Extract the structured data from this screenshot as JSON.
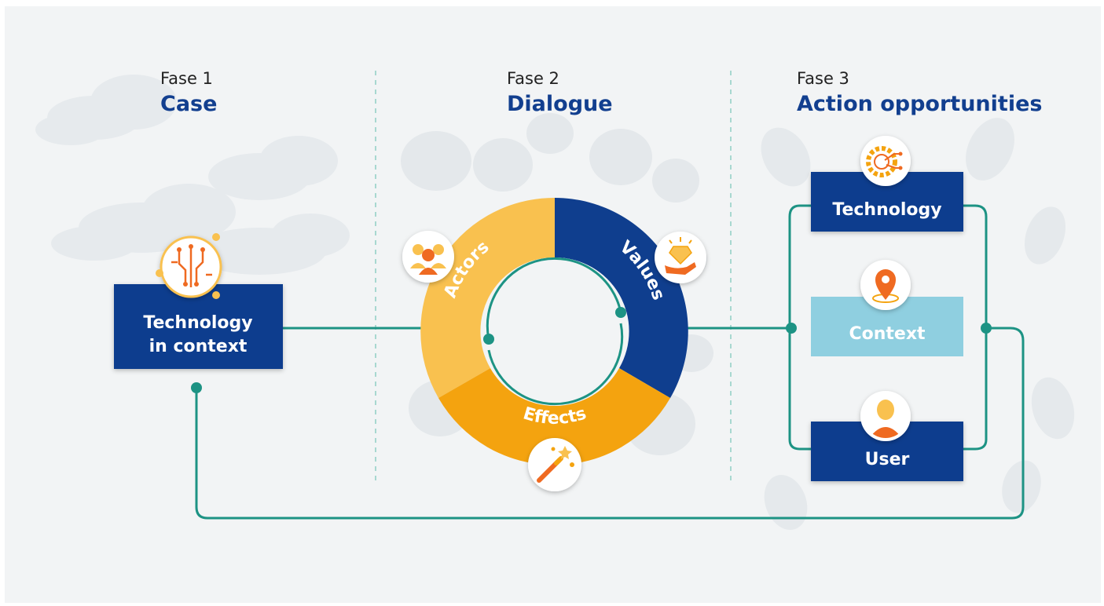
{
  "colors": {
    "background": "#f2f4f5",
    "navy": "#0f3e8e",
    "teal": "#1d9384",
    "amber_light": "#f9c14f",
    "amber": "#f4a30f",
    "light_blue": "#8fcfe0",
    "orange_icon": "#ef6a21"
  },
  "phases": [
    {
      "label": "Fase 1",
      "title": "Case"
    },
    {
      "label": "Fase 2",
      "title": "Dialogue"
    },
    {
      "label": "Fase 3",
      "title": "Action opportunities"
    }
  ],
  "case_box": {
    "line1": "Technology",
    "line2": "in context",
    "icon": "circuit-icon"
  },
  "cycle": {
    "segments": [
      {
        "label": "Actors",
        "icon": "people-icon"
      },
      {
        "label": "Values",
        "icon": "diamond-hand-icon"
      },
      {
        "label": "Effects",
        "icon": "magic-wand-icon"
      }
    ]
  },
  "actions": [
    {
      "label": "Technology",
      "icon": "gear-circuit-icon"
    },
    {
      "label": "Context",
      "icon": "location-pin-icon"
    },
    {
      "label": "User",
      "icon": "user-icon"
    }
  ]
}
